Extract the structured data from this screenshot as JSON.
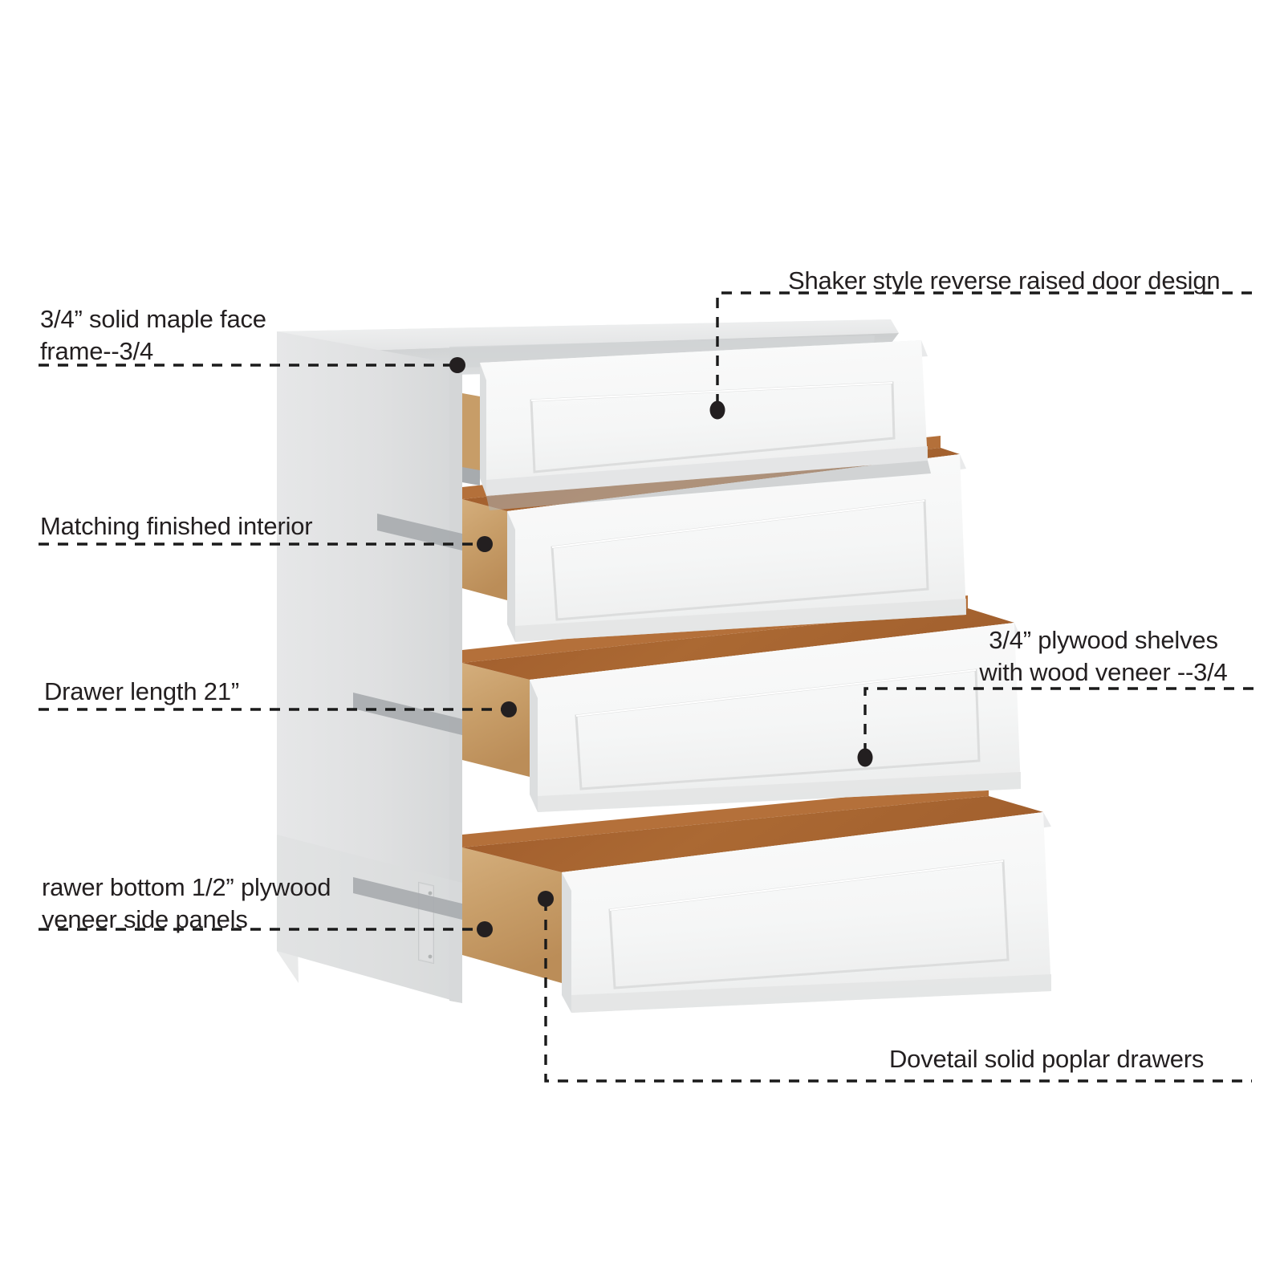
{
  "diagram": {
    "title": "Shaker white kitchen base drawer cabinet feature callout diagram",
    "product": "4-drawer base cabinet",
    "background_color": "#ffffff",
    "line_color": "#1a1a1a",
    "text_color": "#231f20"
  },
  "callouts": [
    {
      "id": "face-frame",
      "name": "face-frame-callout",
      "text": "3/4” solid maple face\nframe--3/4",
      "align": "left",
      "anchor_point": "left side top front corner of cabinet"
    },
    {
      "id": "door-design",
      "name": "door-design-callout",
      "text": "Shaker style reverse raised door design",
      "align": "left",
      "anchor_point": "top drawer front panel"
    },
    {
      "id": "finished-interior",
      "name": "finished-interior-callout",
      "text": "Matching finished interior",
      "align": "left",
      "anchor_point": "second drawer box side"
    },
    {
      "id": "drawer-length",
      "name": "drawer-length-callout",
      "text": "Drawer length 21”",
      "align": "left",
      "anchor_point": "third drawer box side"
    },
    {
      "id": "plywood-shelves",
      "name": "plywood-shelves-callout",
      "text": "3/4” plywood shelves\nwith wood veneer --3/4",
      "align": "center",
      "anchor_point": "bottom drawer interior floor"
    },
    {
      "id": "drawer-bottom",
      "name": "drawer-bottom-callout",
      "text": "rawer bottom 1/2” plywood\nveneer side panels",
      "align": "left",
      "anchor_point": "cabinet toe kick / side panel"
    },
    {
      "id": "dovetail-drawers",
      "name": "dovetail-drawers-callout",
      "text": "Dovetail solid poplar drawers",
      "align": "left",
      "anchor_point": "bottom drawer box front-left corner"
    }
  ],
  "cabinet": {
    "name": "base-drawer-cabinet",
    "drawer_count": 4,
    "finish": "white shaker",
    "colors": {
      "side_panel": "#dfe0e1",
      "side_panel_shadow": "#d3d5d6",
      "top_rail": "#eceded",
      "interior_back": "#c9cbcc",
      "drawer_front": "#f7f8f8",
      "drawer_front_edge": "#e3e4e5",
      "drawer_front_shadow": "#dcdddd",
      "wood_interior_dark": "#9c5a2c",
      "wood_interior_mid": "#b07038",
      "wood_side_light": "#c9a06a",
      "wood_side_pale": "#d8b488",
      "slide_metal": "#9fa3a6"
    },
    "drawers": [
      {
        "name": "drawer-front-1",
        "position": "top",
        "extension": "closed"
      },
      {
        "name": "drawer-front-2",
        "position": "upper-middle",
        "extension": "partly-open"
      },
      {
        "name": "drawer-front-3",
        "position": "lower-middle",
        "extension": "open"
      },
      {
        "name": "drawer-front-4",
        "position": "bottom",
        "extension": "fully-open"
      }
    ]
  }
}
